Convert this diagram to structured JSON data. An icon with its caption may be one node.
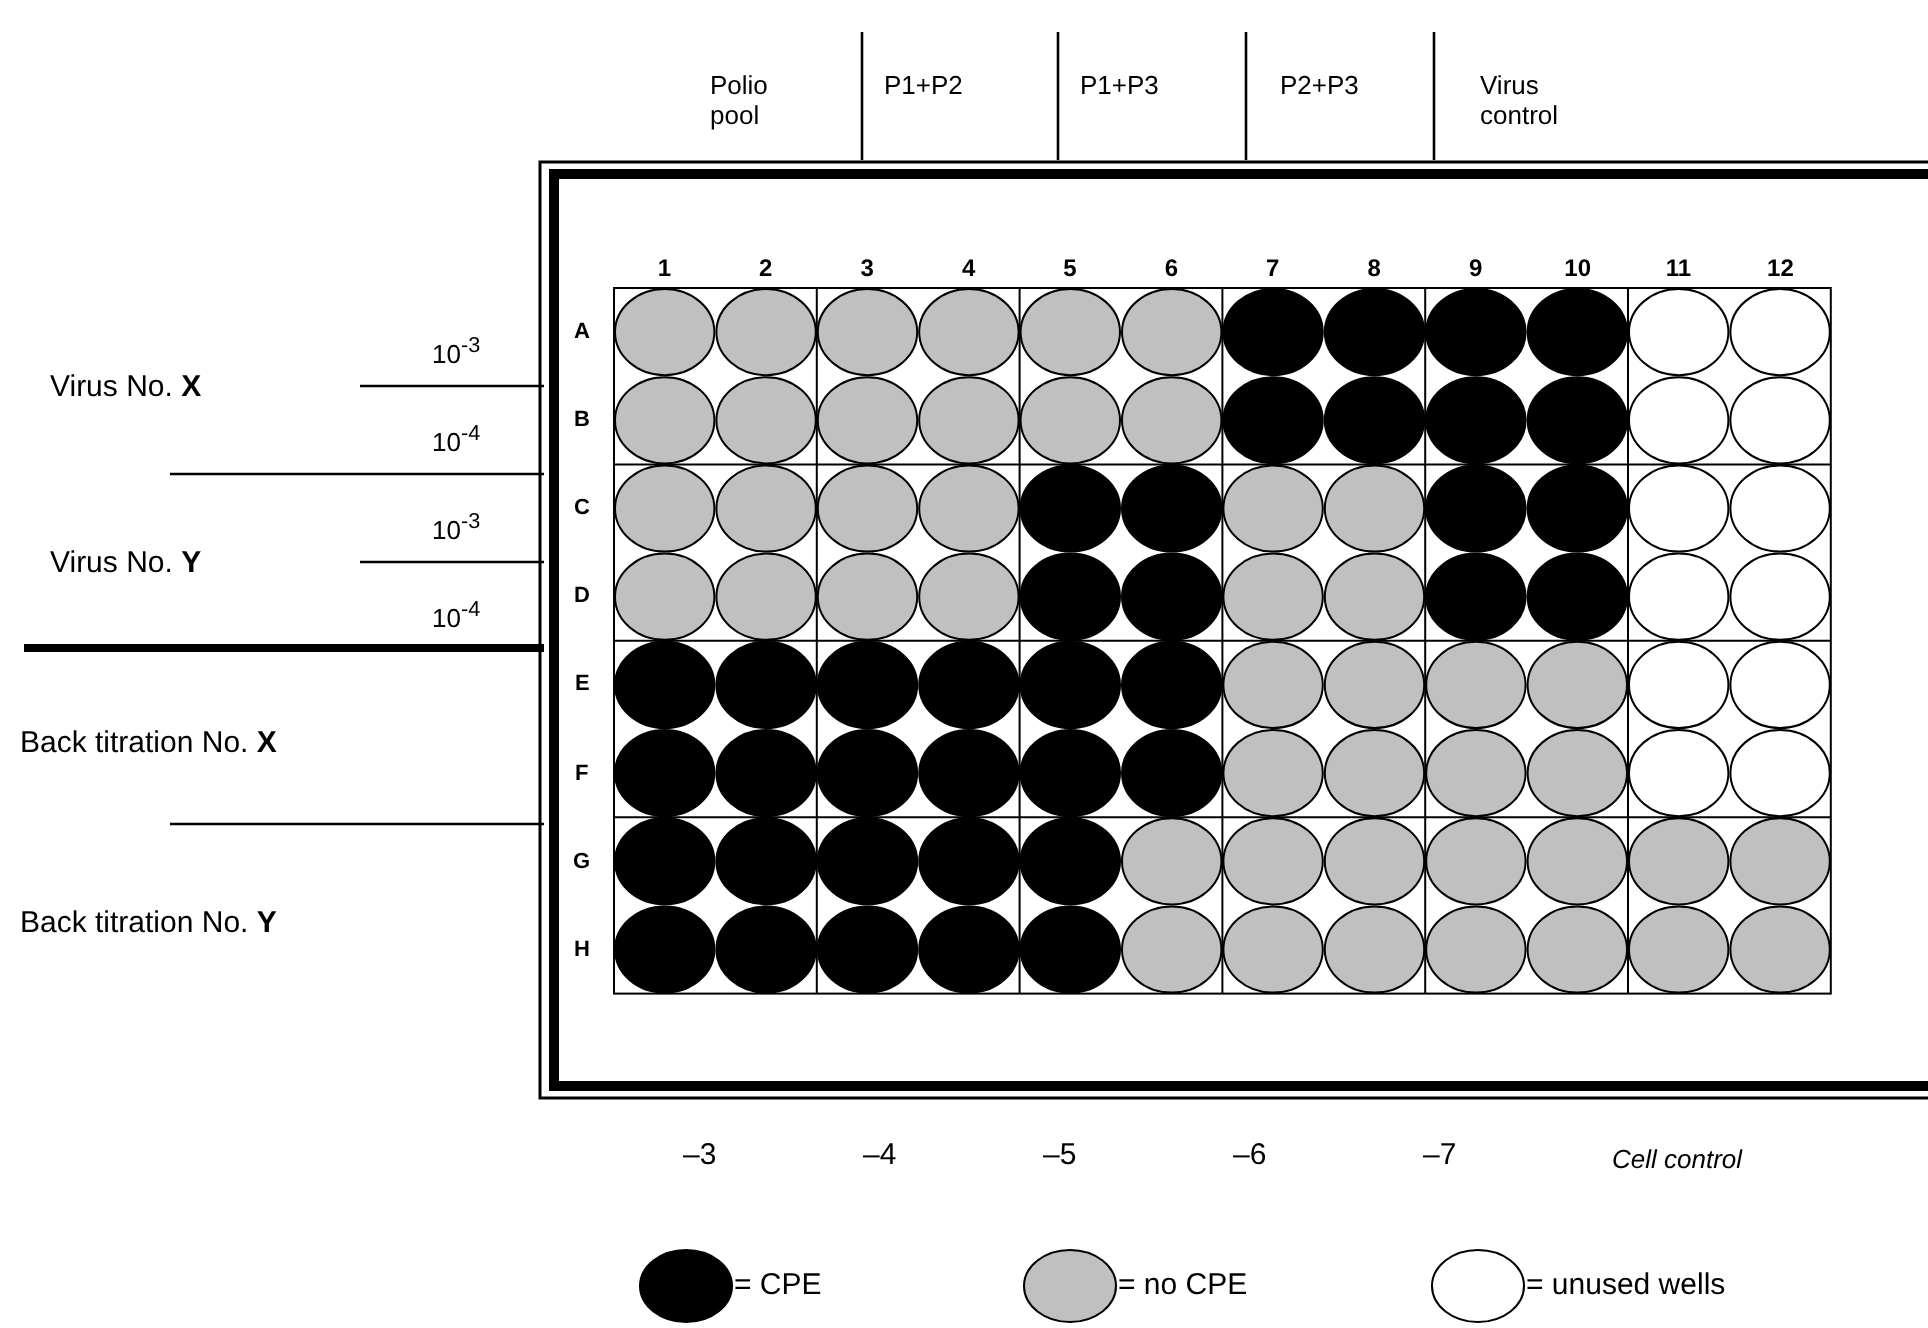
{
  "diagram": {
    "labels": [
      "Polio pool",
      "P1+P2",
      "P1+P3",
      "P2+P3",
      "Virus control",
      "1",
      "2",
      "3",
      "4",
      "5",
      "6",
      "7",
      "8",
      "9",
      "10",
      "11",
      "12",
      "10$^{-3}$",
      "Virus No. **X**",
      "10$^{-4}$",
      "10$^{-3}$",
      "Virus No. **Y**",
      "10$^{-4}$",
      "Back titration No. **X**",
      "Back titration No. **Y**",
      "A",
      "B",
      "C",
      "D",
      "E",
      "F",
      "G",
      "H",
      "–3",
      "–4",
      "–5",
      "–6",
      "–7",
      "Cell control"
    ],
    "legend": [
      {
        "text": "= CPE",
        "color": "#000000"
      },
      {
        "text": "= no CPE",
        "color": "#c0c0c0"
      },
      {
        "text": "= unused wells",
        "color": "#ffffff"
      }
    ]
  }
}
